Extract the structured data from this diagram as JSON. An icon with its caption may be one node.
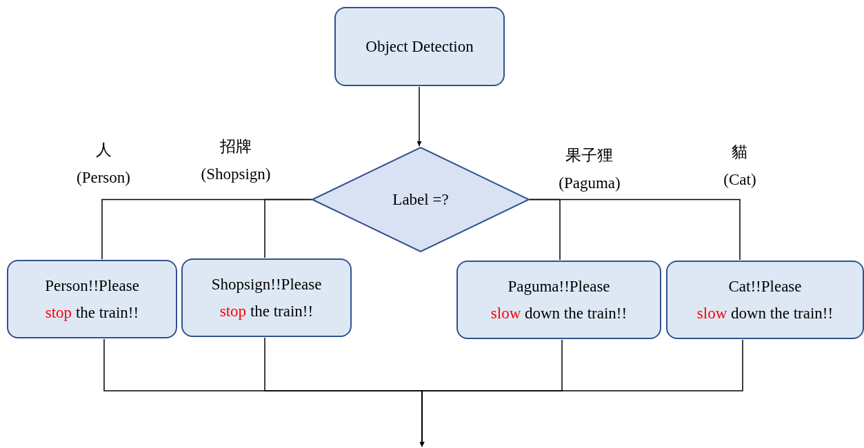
{
  "diagram": {
    "nodes": [
      {
        "text": [
          "Object Detection"
        ]
      },
      {
        "text": [
          "Label =?"
        ]
      },
      {
        "text": [
          "Person!!Please",
          "stop",
          "the train!!"
        ]
      },
      {
        "text": [
          "Shopsign!!Please",
          "stop",
          "the train!!"
        ]
      },
      {
        "text": [
          "Paguma!!Please",
          "slow",
          "down the train!!"
        ]
      },
      {
        "text": [
          "Cat!!Please",
          "slow",
          "down the train!!"
        ]
      }
    ],
    "edges": [
      {
        "from": 0,
        "to": 1,
        "arrow": "to"
      },
      {
        "from": 1,
        "to": 2,
        "arrow": "none",
        "label": "人 (Person)"
      },
      {
        "from": 1,
        "to": 3,
        "arrow": "none",
        "label": "招牌 (Shopsign)"
      },
      {
        "from": 1,
        "to": 4,
        "arrow": "none",
        "label": "果子狸 (Paguma)"
      },
      {
        "from": 1,
        "to": 5,
        "arrow": "none",
        "label": "貓 (Cat)"
      },
      {
        "from": 2,
        "to": null,
        "arrow": "to"
      },
      {
        "from": 3,
        "to": null,
        "arrow": "to"
      },
      {
        "from": 4,
        "to": null,
        "arrow": "to"
      },
      {
        "from": 5,
        "to": null,
        "arrow": "to"
      }
    ]
  }
}
